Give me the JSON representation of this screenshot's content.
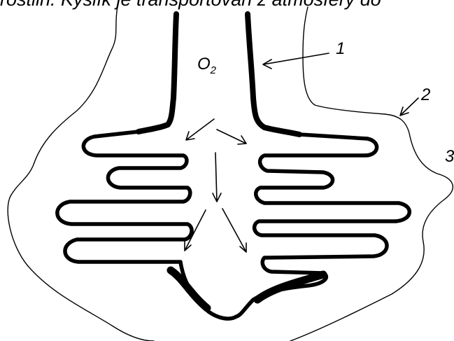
{
  "caption": "rostlin. Kyslík je transportován z atmosféry do",
  "labels": {
    "gas_main": "O",
    "gas_sub": "2",
    "n1": "1",
    "n2": "2",
    "n3": "3"
  },
  "colors": {
    "ink": "#000000",
    "background": "#ffffff"
  }
}
